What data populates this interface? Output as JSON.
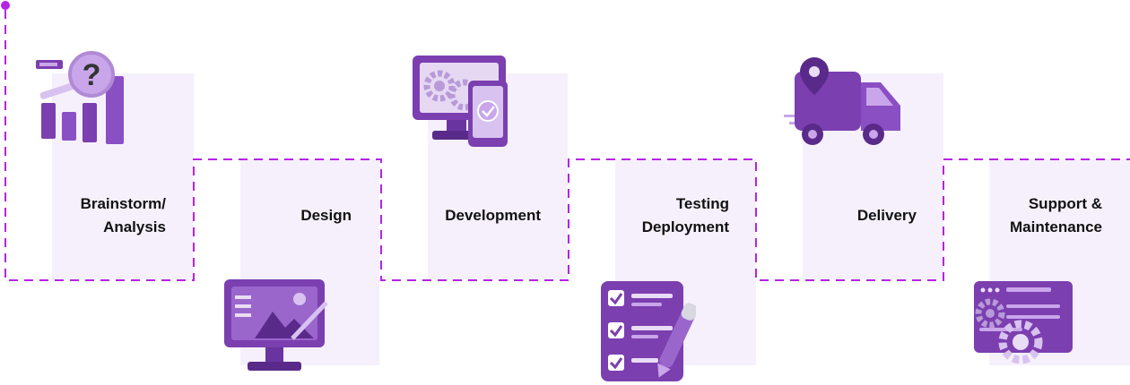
{
  "colors": {
    "accent": "#b523e6",
    "panel": "#f6f0fc",
    "icon_primary": "#7b3fb0",
    "icon_light": "#c9a6ea",
    "icon_dark": "#5a2a8a"
  },
  "steps": [
    {
      "line1": "Brainstorm/",
      "line2": "Analysis",
      "icon": "analysis-chart-magnifier-icon"
    },
    {
      "line1": "Design",
      "line2": "",
      "icon": "design-monitor-pen-icon"
    },
    {
      "line1": "Development",
      "line2": "",
      "icon": "development-monitor-gears-icon"
    },
    {
      "line1": "Testing",
      "line2": "Deployment",
      "icon": "testing-checklist-pen-icon"
    },
    {
      "line1": "Delivery",
      "line2": "",
      "icon": "delivery-truck-location-icon"
    },
    {
      "line1": "Support &",
      "line2": "Maintenance",
      "icon": "support-monitor-gears-icon"
    }
  ]
}
